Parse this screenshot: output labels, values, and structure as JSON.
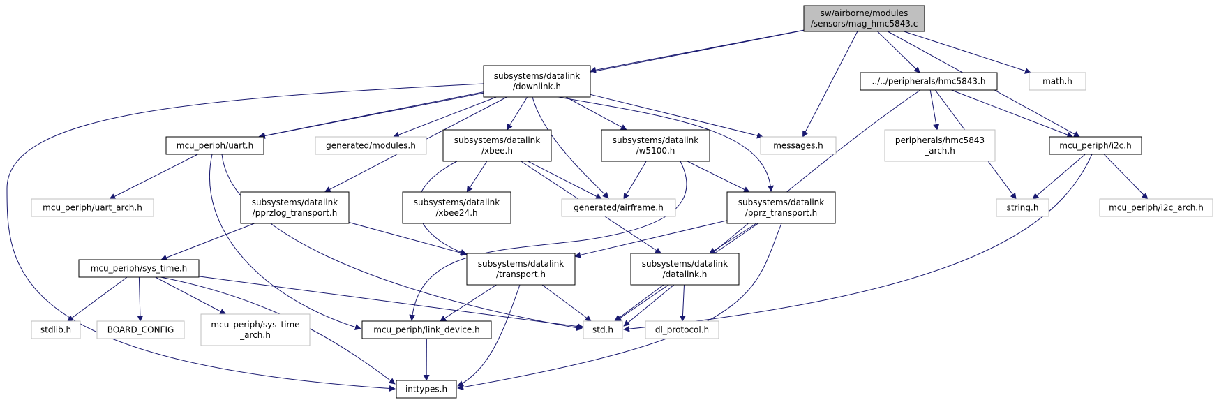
{
  "colors": {
    "edge": "#191970",
    "root_fill": "#bfbfbf",
    "root_stroke": "#000000",
    "normal_stroke": "#000000",
    "missing_stroke": "#bfbfbf",
    "fill": "#ffffff"
  },
  "nodes": [
    {
      "id": "mag",
      "lines": [
        "sw/airborne/modules",
        "/sensors/mag_hmc5843.c"
      ],
      "kind": "root"
    },
    {
      "id": "downlink",
      "lines": [
        "subsystems/datalink",
        "/downlink.h"
      ],
      "kind": "normal"
    },
    {
      "id": "hmc5843",
      "lines": [
        "../../peripherals/hmc5843.h"
      ],
      "kind": "normal"
    },
    {
      "id": "math",
      "lines": [
        "math.h"
      ],
      "kind": "missing"
    },
    {
      "id": "uart",
      "lines": [
        "mcu_periph/uart.h"
      ],
      "kind": "normal"
    },
    {
      "id": "genmodules",
      "lines": [
        "generated/modules.h"
      ],
      "kind": "missing"
    },
    {
      "id": "xbee",
      "lines": [
        "subsystems/datalink",
        "/xbee.h"
      ],
      "kind": "normal"
    },
    {
      "id": "w5100",
      "lines": [
        "subsystems/datalink",
        "/w5100.h"
      ],
      "kind": "normal"
    },
    {
      "id": "messages",
      "lines": [
        "messages.h"
      ],
      "kind": "missing"
    },
    {
      "id": "hmcarch",
      "lines": [
        "peripherals/hmc5843",
        "_arch.h"
      ],
      "kind": "missing"
    },
    {
      "id": "i2c",
      "lines": [
        "mcu_periph/i2c.h"
      ],
      "kind": "normal"
    },
    {
      "id": "uartarch",
      "lines": [
        "mcu_periph/uart_arch.h"
      ],
      "kind": "missing"
    },
    {
      "id": "pprzlog",
      "lines": [
        "subsystems/datalink",
        "/pprzlog_transport.h"
      ],
      "kind": "normal"
    },
    {
      "id": "xbee24",
      "lines": [
        "subsystems/datalink",
        "/xbee24.h"
      ],
      "kind": "normal"
    },
    {
      "id": "airframe",
      "lines": [
        "generated/airframe.h"
      ],
      "kind": "missing"
    },
    {
      "id": "pprz",
      "lines": [
        "subsystems/datalink",
        "/pprz_transport.h"
      ],
      "kind": "normal"
    },
    {
      "id": "string",
      "lines": [
        "string.h"
      ],
      "kind": "missing"
    },
    {
      "id": "i2carch",
      "lines": [
        "mcu_periph/i2c_arch.h"
      ],
      "kind": "missing"
    },
    {
      "id": "systime",
      "lines": [
        "mcu_periph/sys_time.h"
      ],
      "kind": "normal"
    },
    {
      "id": "transport",
      "lines": [
        "subsystems/datalink",
        "/transport.h"
      ],
      "kind": "normal"
    },
    {
      "id": "datalink",
      "lines": [
        "subsystems/datalink",
        "/datalink.h"
      ],
      "kind": "normal"
    },
    {
      "id": "stdlib",
      "lines": [
        "stdlib.h"
      ],
      "kind": "missing"
    },
    {
      "id": "board",
      "lines": [
        "BOARD_CONFIG"
      ],
      "kind": "missing"
    },
    {
      "id": "systimearch",
      "lines": [
        "mcu_periph/sys_time",
        "_arch.h"
      ],
      "kind": "missing"
    },
    {
      "id": "linkdev",
      "lines": [
        "mcu_periph/link_device.h"
      ],
      "kind": "normal"
    },
    {
      "id": "std",
      "lines": [
        "std.h"
      ],
      "kind": "missing"
    },
    {
      "id": "dlproto",
      "lines": [
        "dl_protocol.h"
      ],
      "kind": "missing"
    },
    {
      "id": "inttypes",
      "lines": [
        "inttypes.h"
      ],
      "kind": "normal"
    }
  ],
  "edges": [
    {
      "from": "mag",
      "to": "downlink"
    },
    {
      "from": "mag",
      "to": "uart"
    },
    {
      "from": "mag",
      "to": "messages"
    },
    {
      "from": "mag",
      "to": "hmc5843"
    },
    {
      "from": "mag",
      "to": "math"
    },
    {
      "from": "mag",
      "to": "i2c"
    },
    {
      "from": "downlink",
      "to": "uart"
    },
    {
      "from": "downlink",
      "to": "genmodules"
    },
    {
      "from": "downlink",
      "to": "xbee"
    },
    {
      "from": "downlink",
      "to": "w5100"
    },
    {
      "from": "downlink",
      "to": "messages"
    },
    {
      "from": "downlink",
      "to": "pprzlog"
    },
    {
      "from": "downlink",
      "to": "airframe"
    },
    {
      "from": "downlink",
      "to": "pprz"
    },
    {
      "from": "downlink",
      "to": "inttypes"
    },
    {
      "from": "hmc5843",
      "to": "hmcarch"
    },
    {
      "from": "hmc5843",
      "to": "i2c"
    },
    {
      "from": "hmc5843",
      "to": "string"
    },
    {
      "from": "hmc5843",
      "to": "std"
    },
    {
      "from": "i2c",
      "to": "string"
    },
    {
      "from": "i2c",
      "to": "i2carch"
    },
    {
      "from": "i2c",
      "to": "std"
    },
    {
      "from": "uart",
      "to": "uartarch"
    },
    {
      "from": "uart",
      "to": "linkdev"
    },
    {
      "from": "uart",
      "to": "std"
    },
    {
      "from": "xbee",
      "to": "xbee24"
    },
    {
      "from": "xbee",
      "to": "airframe"
    },
    {
      "from": "xbee",
      "to": "transport"
    },
    {
      "from": "xbee",
      "to": "datalink"
    },
    {
      "from": "w5100",
      "to": "airframe"
    },
    {
      "from": "w5100",
      "to": "pprz"
    },
    {
      "from": "w5100",
      "to": "linkdev"
    },
    {
      "from": "pprzlog",
      "to": "systime"
    },
    {
      "from": "pprzlog",
      "to": "transport"
    },
    {
      "from": "pprz",
      "to": "transport"
    },
    {
      "from": "pprz",
      "to": "datalink"
    },
    {
      "from": "pprz",
      "to": "std"
    },
    {
      "from": "pprz",
      "to": "inttypes"
    },
    {
      "from": "systime",
      "to": "stdlib"
    },
    {
      "from": "systime",
      "to": "board"
    },
    {
      "from": "systime",
      "to": "systimearch"
    },
    {
      "from": "systime",
      "to": "std"
    },
    {
      "from": "systime",
      "to": "inttypes"
    },
    {
      "from": "transport",
      "to": "linkdev"
    },
    {
      "from": "transport",
      "to": "std"
    },
    {
      "from": "transport",
      "to": "inttypes"
    },
    {
      "from": "datalink",
      "to": "std"
    },
    {
      "from": "datalink",
      "to": "dlproto"
    },
    {
      "from": "linkdev",
      "to": "inttypes"
    }
  ]
}
